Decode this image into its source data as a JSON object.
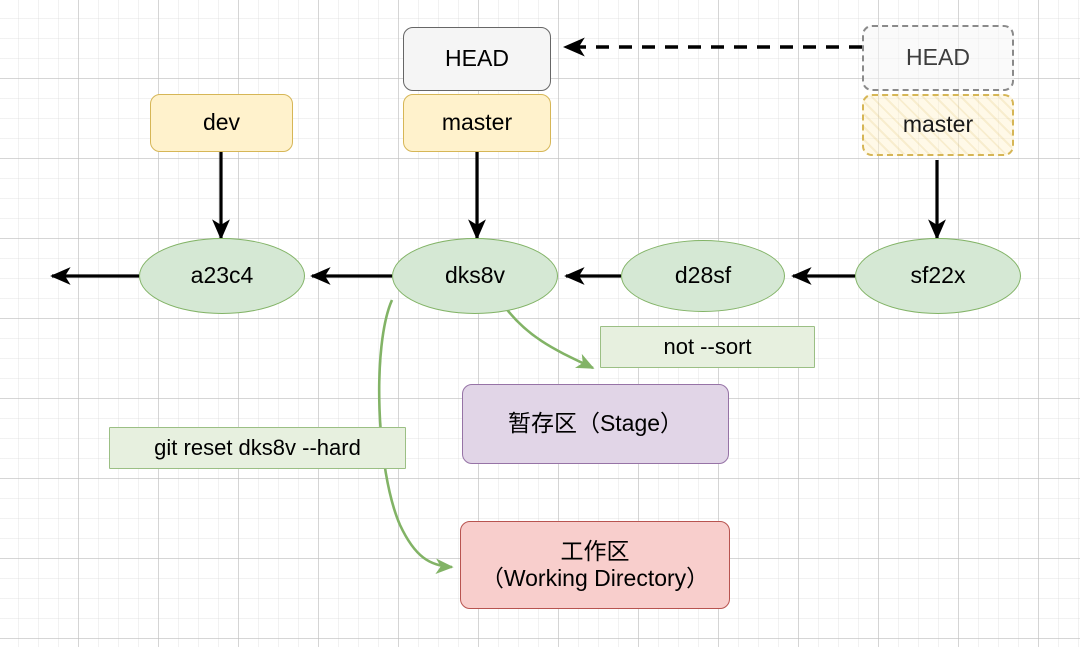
{
  "diagram": {
    "title": "git reset diagram",
    "colors": {
      "branch_fill": "#fff2cc",
      "branch_stroke": "#d6b656",
      "head_fill": "#f5f5f5",
      "head_stroke": "#666666",
      "commit_fill": "#d5e8d4",
      "commit_stroke": "#82b366",
      "stage_fill": "#e1d5e7",
      "stage_stroke": "#9673a6",
      "workdir_fill": "#f8cecc",
      "workdir_stroke": "#b85450",
      "label_fill": "#e7f0df",
      "label_stroke": "#9bbf84",
      "green_arrow": "#82b366",
      "black_arrow": "#000000"
    },
    "pointers": {
      "head_current": "HEAD",
      "branch_master_current": "master",
      "branch_dev": "dev",
      "head_ghost": "HEAD",
      "branch_master_ghost": "master"
    },
    "commits": [
      {
        "id": "a23c4"
      },
      {
        "id": "dks8v"
      },
      {
        "id": "d28sf"
      },
      {
        "id": "sf22x"
      }
    ],
    "labels": {
      "not_sort": "not --sort",
      "git_reset_cmd": "git reset dks8v --hard"
    },
    "areas": {
      "stage": "暂存区（Stage）",
      "workdir_line1": "工作区",
      "workdir_line2": "（Working Directory）"
    }
  }
}
